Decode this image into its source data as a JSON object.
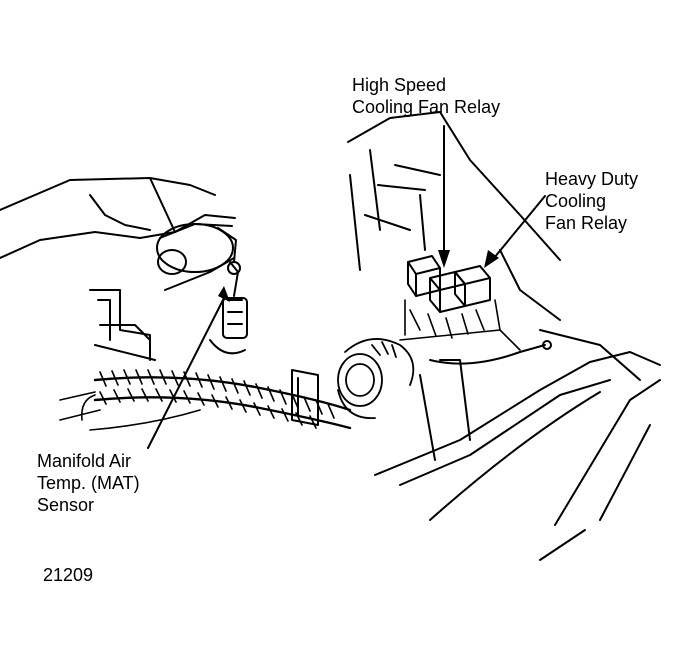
{
  "figure": {
    "callouts": {
      "high_speed_relay": [
        "High Speed",
        "Cooling Fan Relay"
      ],
      "heavy_duty_relay": [
        "Heavy Duty",
        "Cooling",
        "Fan Relay"
      ],
      "mat_sensor": [
        "Manifold Air",
        "Temp. (MAT)",
        "Sensor"
      ]
    },
    "figure_number": "21209"
  }
}
